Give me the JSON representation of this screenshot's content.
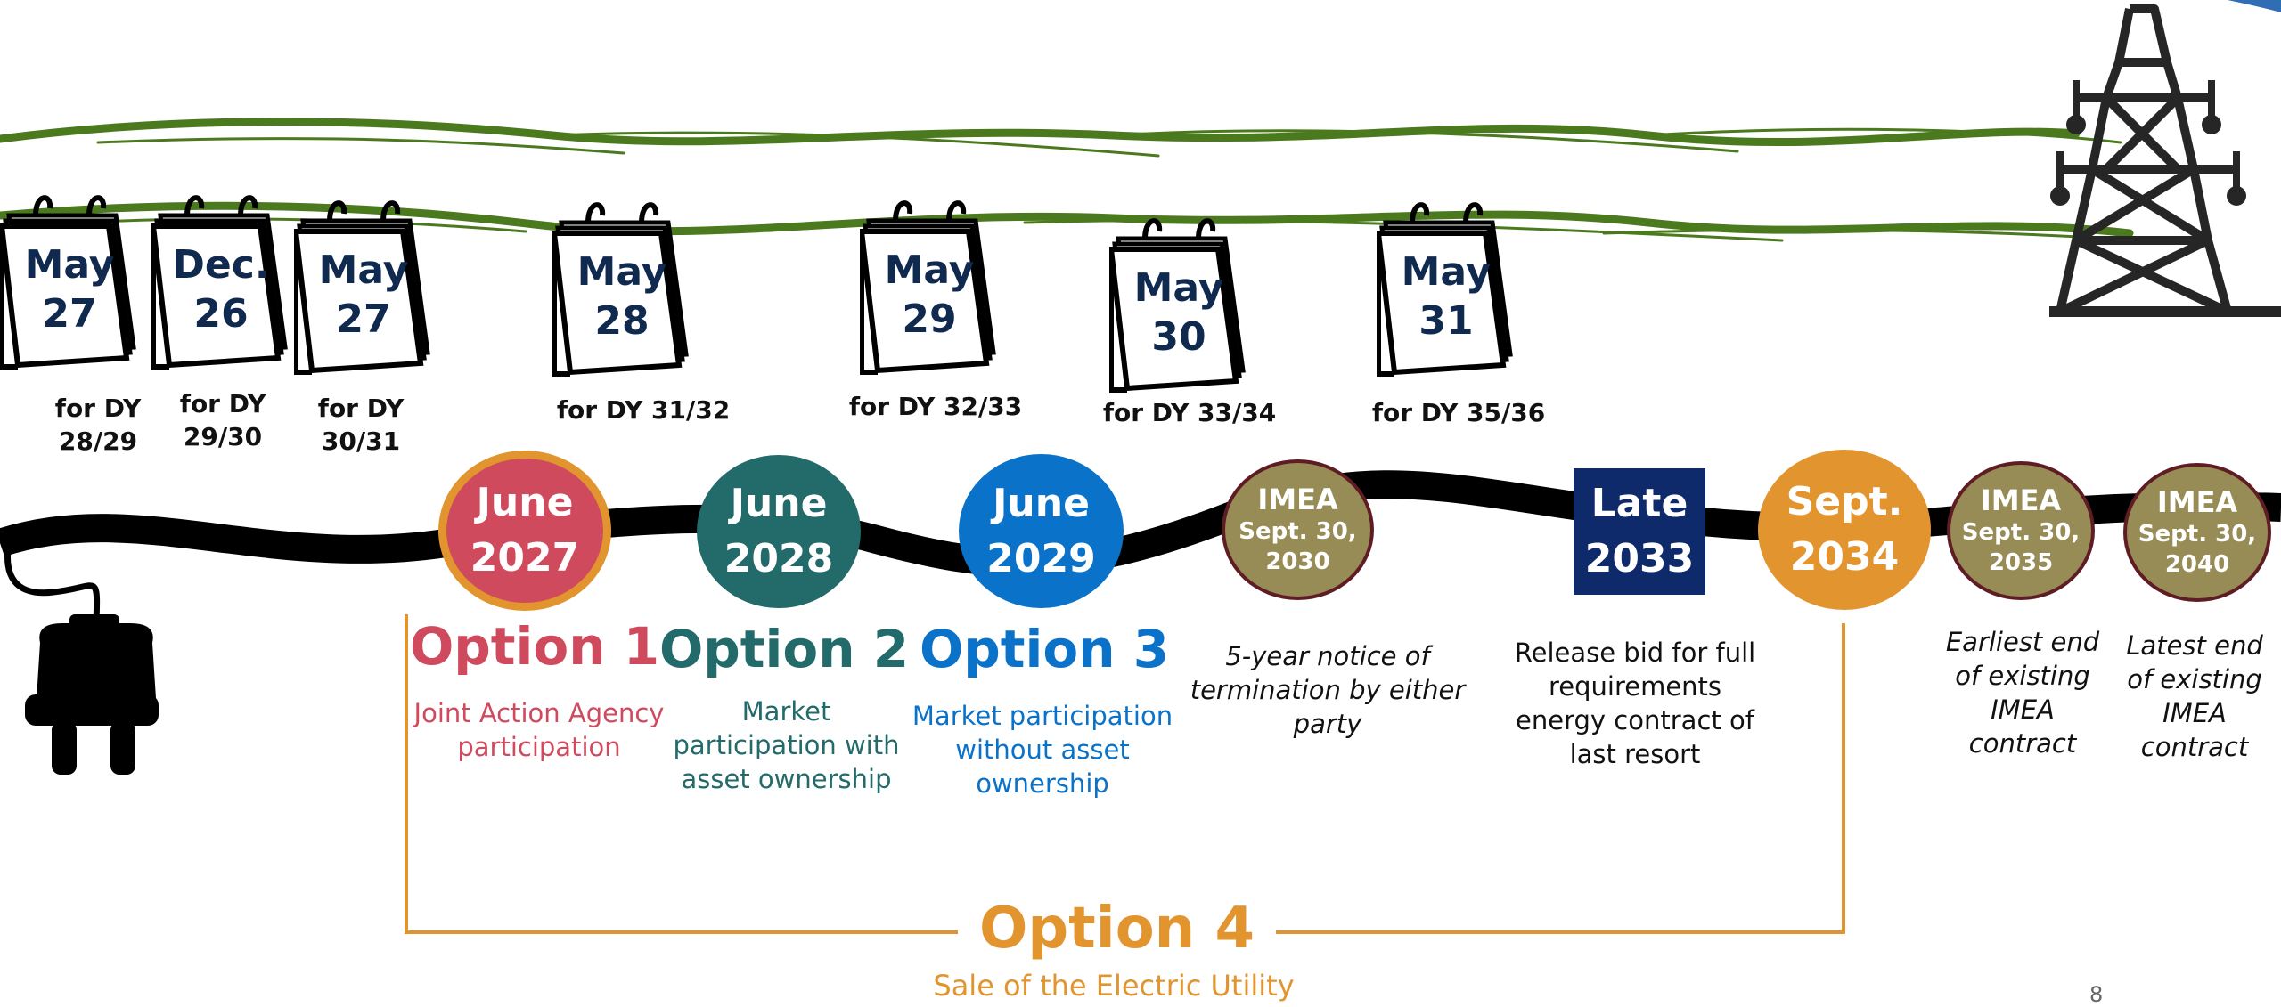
{
  "colors": {
    "option1": "#d04a5e",
    "option2": "#236a6a",
    "option3": "#0a72c8",
    "imea": "#978c55",
    "imea_ring": "#5e1d24",
    "late": "#0e2a6b",
    "option4": "#e2952f",
    "wire": "#4b7a1e",
    "cable": "#000000"
  },
  "icons": [
    "calendar-icon",
    "plug-icon",
    "power-tower-icon"
  ],
  "calendars": [
    {
      "month": "May",
      "day": "27",
      "caption": [
        "for DY",
        "28/29"
      ]
    },
    {
      "month": "Dec.",
      "day": "26",
      "caption": [
        "for DY",
        "29/30"
      ]
    },
    {
      "month": "May",
      "day": "27",
      "caption": [
        "for DY",
        "30/31"
      ]
    },
    {
      "month": "May",
      "day": "28",
      "caption": [
        "for DY 31/32"
      ]
    },
    {
      "month": "May",
      "day": "29",
      "caption": [
        "for DY 32/33"
      ]
    },
    {
      "month": "May",
      "day": "30",
      "caption": [
        "for DY 33/34"
      ]
    },
    {
      "month": "May",
      "day": "31",
      "caption": [
        "for DY 35/36"
      ]
    }
  ],
  "milestones": [
    {
      "line1": "June",
      "line2": "2027"
    },
    {
      "line1": "June",
      "line2": "2028"
    },
    {
      "line1": "June",
      "line2": "2029"
    },
    {
      "line1": "IMEA",
      "line2": "Sept. 30,",
      "line3": "2030"
    },
    {
      "line1": "Late",
      "line2": "2033"
    },
    {
      "line1": "Sept.",
      "line2": "2034"
    },
    {
      "line1": "IMEA",
      "line2": "Sept. 30,",
      "line3": "2035"
    },
    {
      "line1": "IMEA",
      "line2": "Sept. 30,",
      "line3": "2040"
    }
  ],
  "options": [
    {
      "title": "Option 1",
      "desc": [
        "Joint Action Agency",
        "participation"
      ]
    },
    {
      "title": "Option 2",
      "desc": [
        "Market",
        "participation with",
        "asset ownership"
      ]
    },
    {
      "title": "Option 3",
      "desc": [
        "Market participation",
        "without asset",
        "ownership"
      ]
    }
  ],
  "option4": {
    "title": "Option 4",
    "desc": "Sale of the Electric Utility"
  },
  "notes": {
    "imea_2030": [
      "5-year notice of",
      "termination by either",
      "party"
    ],
    "late_2033": [
      "Release bid for full",
      "requirements",
      "energy contract of",
      "last resort"
    ],
    "imea_2035": [
      "Earliest end",
      "of existing",
      "IMEA",
      "contract"
    ],
    "imea_2040": [
      "Latest end",
      "of existing",
      "IMEA",
      "contract"
    ]
  },
  "page_number": "8"
}
